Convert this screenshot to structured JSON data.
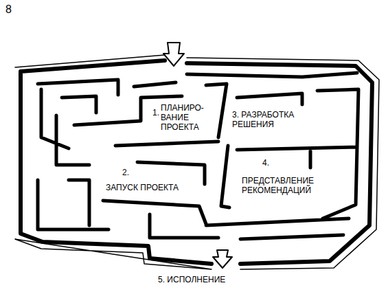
{
  "diagram": {
    "labels": [
      "8",
      "1.",
      "ПЛАНИРО- ВАНИЕ ПРОЕКТА",
      "2.",
      "ЗАПУСК ПРОЕКТА",
      "3. РАЗРАБОТКА РЕШЕНИЯ",
      "4.",
      "ПРЕДСТАВЛЕНИЕ РЕКОМЕНДАЦИЙ",
      "5. ИСПОЛНЕНИЕ"
    ]
  }
}
